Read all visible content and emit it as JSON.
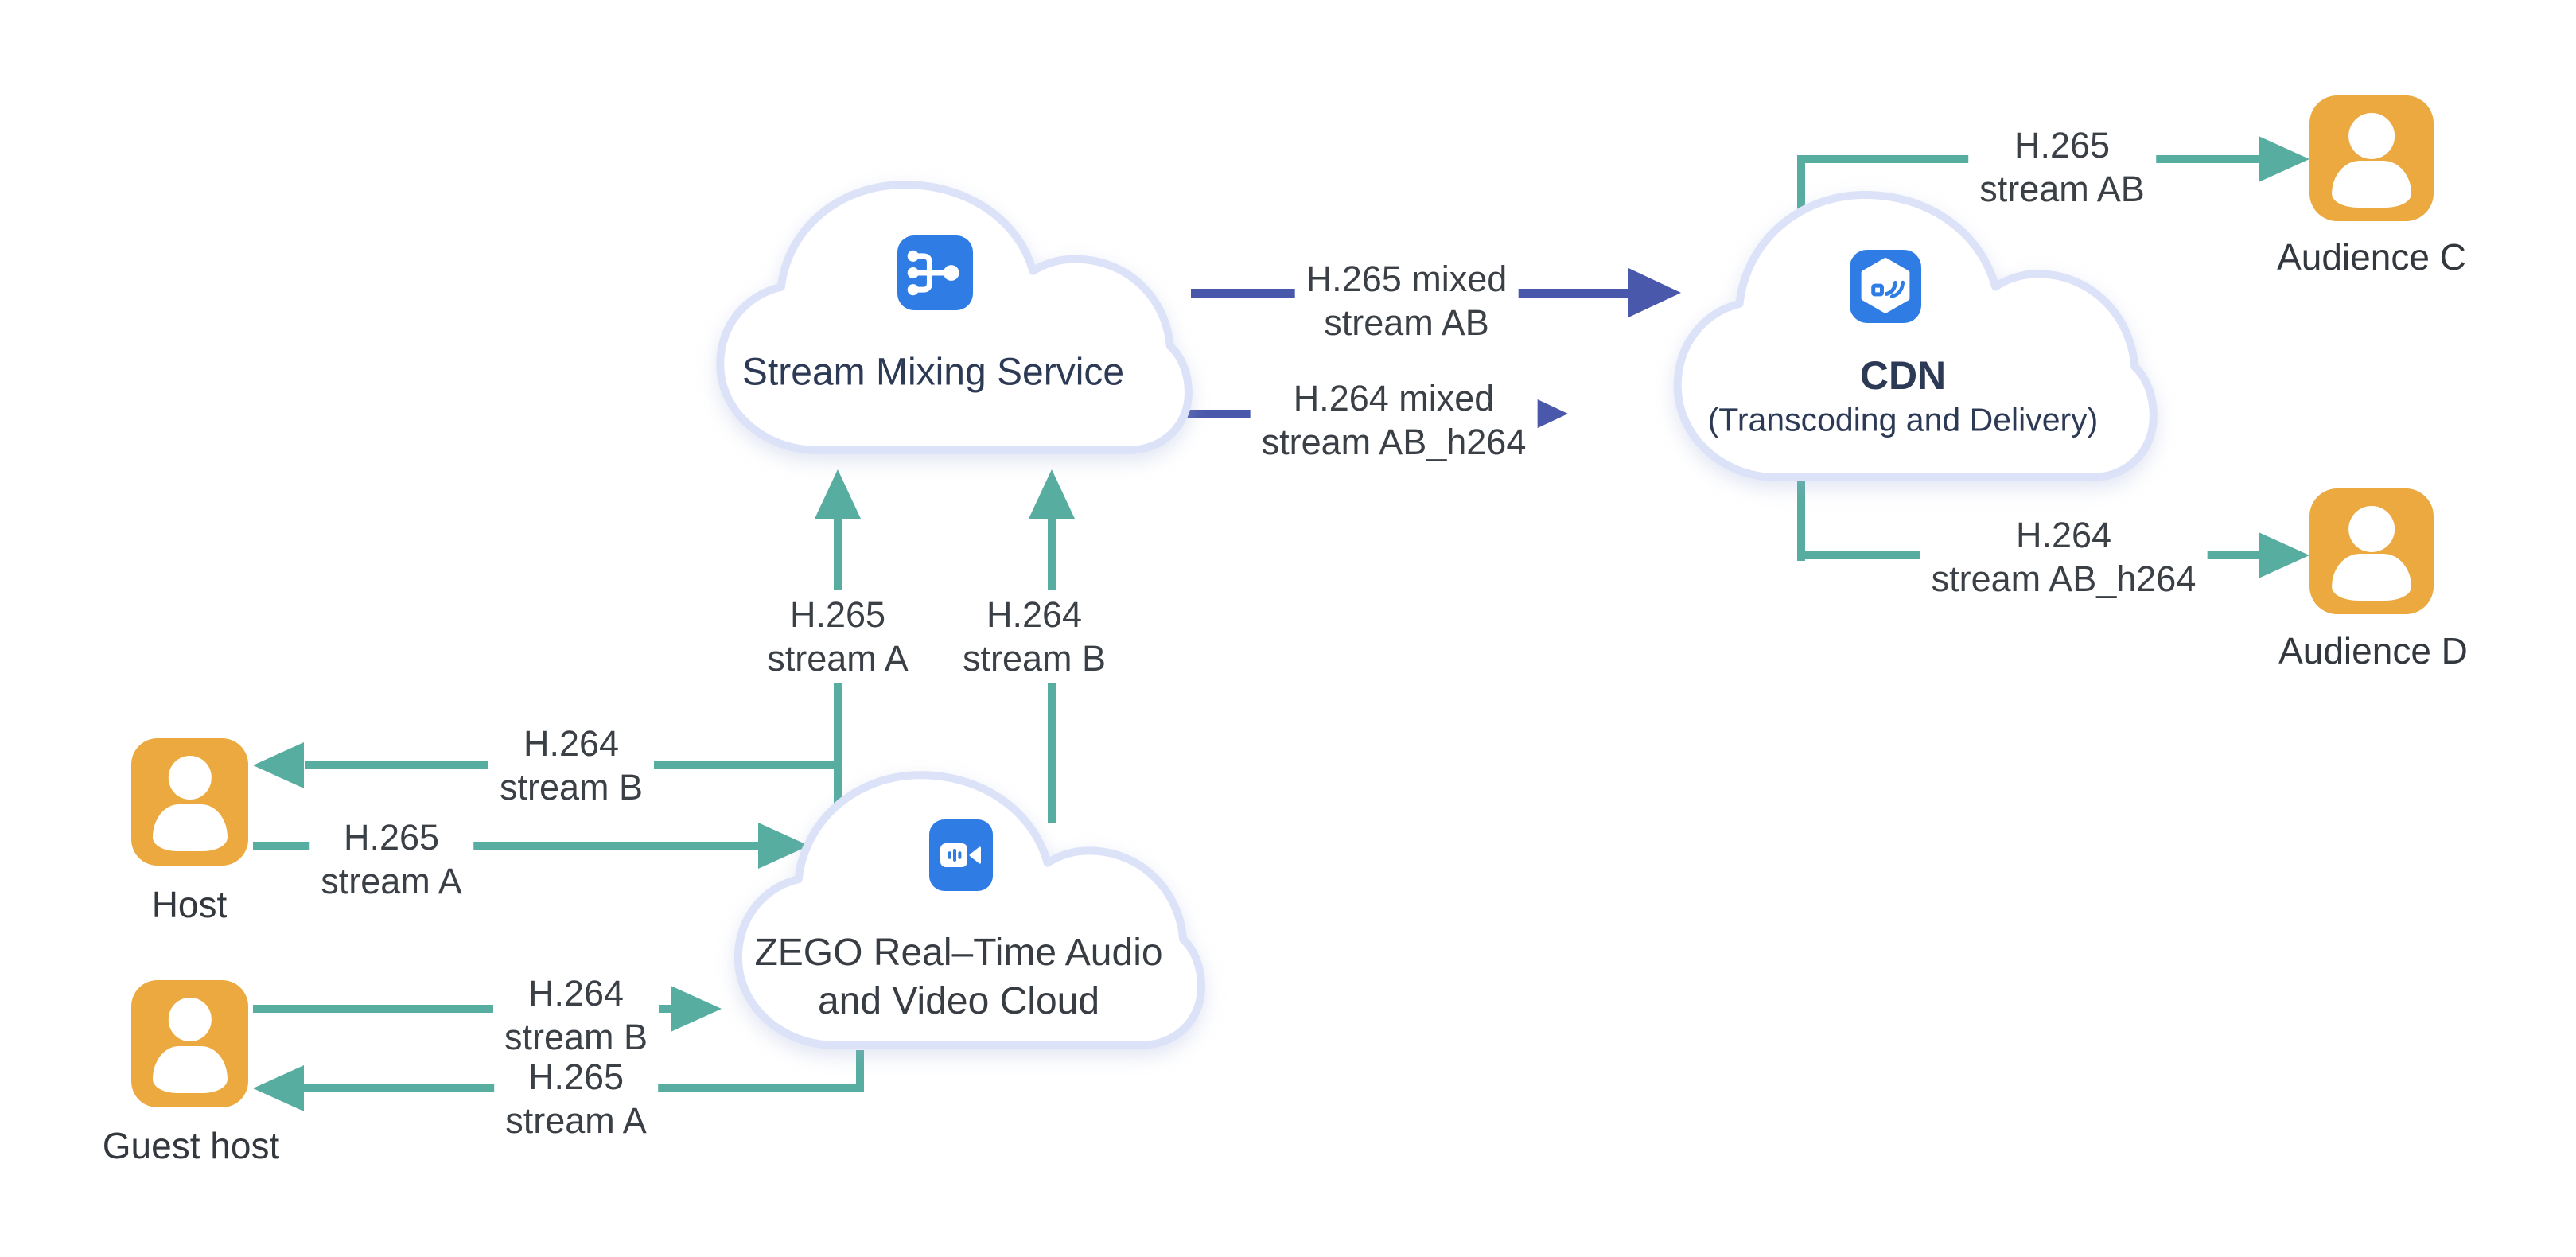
{
  "nodes": {
    "host": {
      "label": "Host",
      "icon": "person-icon"
    },
    "guest_host": {
      "label": "Guest host",
      "icon": "person-icon"
    },
    "audience_c": {
      "label": "Audience C",
      "icon": "person-icon"
    },
    "audience_d": {
      "label": "Audience D",
      "icon": "person-icon"
    },
    "stream_mixing": {
      "title": "Stream Mixing Service",
      "icon": "stream-mixer-icon"
    },
    "cdn": {
      "title": "CDN",
      "subtitle": "(Transcoding and Delivery)",
      "icon": "cdn-cube-icon"
    },
    "zego": {
      "title_line1": "ZEGO Real–Time Audio",
      "title_line2": "and Video Cloud",
      "icon": "video-camera-icon"
    }
  },
  "edges": {
    "zego_to_host": {
      "line1": "H.264",
      "line2": "stream B"
    },
    "host_to_zego": {
      "line1": "H.265",
      "line2": "stream A"
    },
    "guest_to_zego": {
      "line1": "H.264",
      "line2": "stream B"
    },
    "zego_to_guest": {
      "line1": "H.265",
      "line2": "stream A"
    },
    "zego_to_mixer_a": {
      "line1": "H.265",
      "line2": "stream A"
    },
    "zego_to_mixer_b": {
      "line1": "H.264",
      "line2": "stream B"
    },
    "mixer_to_cdn_265": {
      "line1": "H.265 mixed",
      "line2": "stream AB"
    },
    "mixer_to_cdn_264": {
      "line1": "H.264 mixed",
      "line2": "stream AB_h264"
    },
    "cdn_to_audience_c": {
      "line1": "H.265",
      "line2": "stream AB"
    },
    "cdn_to_audience_d": {
      "line1": "H.264",
      "line2": "stream AB_h264"
    }
  },
  "colors": {
    "teal": "#57ADA0",
    "indigo": "#4A58AC",
    "orange": "#EBA93F",
    "icon_blue": "#2E7CE4",
    "cloud_border": "#DCE3F8",
    "title_text": "#2D3A55",
    "label_text": "#3B4046"
  }
}
